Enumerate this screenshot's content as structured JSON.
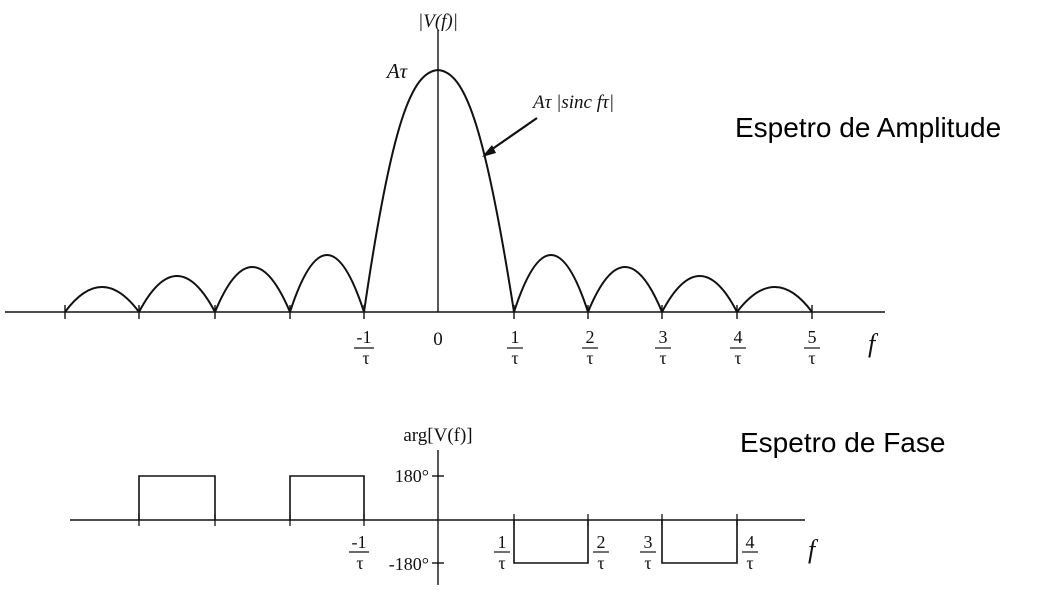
{
  "amplitude": {
    "axis_label": "|V(f)|",
    "peak_label": "Aτ",
    "curve_label": "Aτ |sinc fτ|",
    "title": "Espetro de Amplitude",
    "f_label": "f",
    "zero_label": "0",
    "tick_num": [
      "-1",
      "1",
      "2",
      "3",
      "4",
      "5"
    ],
    "tick_den": "τ"
  },
  "phase": {
    "axis_label": "arg[V(f)]",
    "pos_label": "180°",
    "neg_label": "-180°",
    "title": "Espetro de Fase",
    "f_label": "f",
    "tick_num": [
      "-1",
      "1",
      "2",
      "3",
      "4"
    ],
    "tick_den": "τ"
  },
  "colors": {
    "line": "#111111",
    "background": "#ffffff"
  }
}
